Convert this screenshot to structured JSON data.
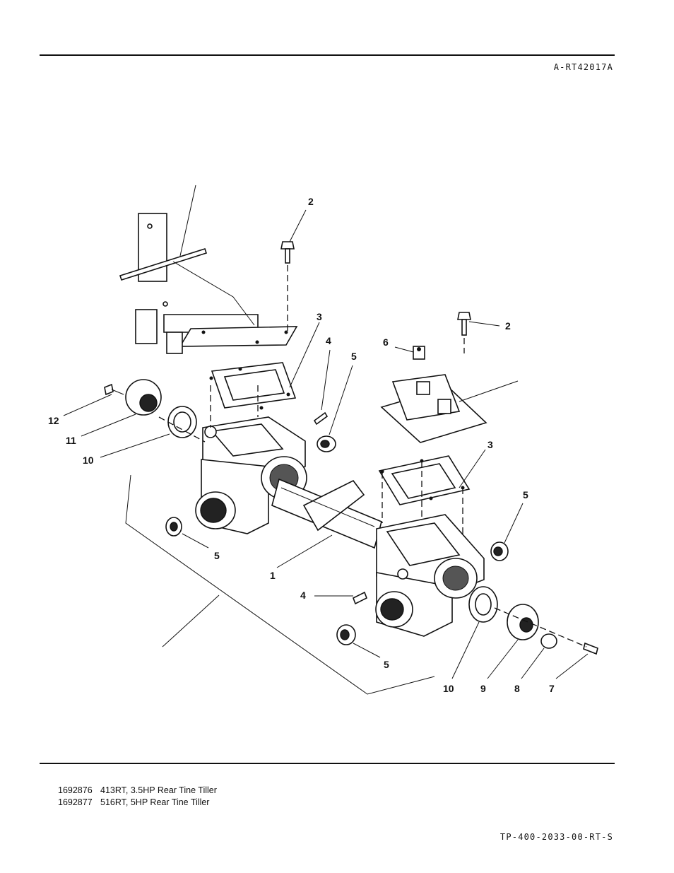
{
  "header": {
    "drawing_id": "A-RT42017A"
  },
  "diagram": {
    "callouts": [
      {
        "id": "c2a",
        "text": "2"
      },
      {
        "id": "c2b",
        "text": "2"
      },
      {
        "id": "c3a",
        "text": "3"
      },
      {
        "id": "c3b",
        "text": "3"
      },
      {
        "id": "c4a",
        "text": "4"
      },
      {
        "id": "c4b",
        "text": "4"
      },
      {
        "id": "c5a",
        "text": "5"
      },
      {
        "id": "c5b",
        "text": "5"
      },
      {
        "id": "c5c",
        "text": "5"
      },
      {
        "id": "c5d",
        "text": "5"
      },
      {
        "id": "c6",
        "text": "6"
      },
      {
        "id": "c1",
        "text": "1"
      },
      {
        "id": "c12",
        "text": "12"
      },
      {
        "id": "c11",
        "text": "11"
      },
      {
        "id": "c10a",
        "text": "10"
      },
      {
        "id": "c10b",
        "text": "10"
      },
      {
        "id": "c9",
        "text": "9"
      },
      {
        "id": "c8",
        "text": "8"
      },
      {
        "id": "c7",
        "text": "7"
      }
    ]
  },
  "models": [
    {
      "number": "1692876",
      "description": "413RT, 3.5HP Rear Tine Tiller"
    },
    {
      "number": "1692877",
      "description": "516RT, 5HP Rear Tine Tiller"
    }
  ],
  "footer": {
    "doc_number": "TP-400-2033-00-RT-S"
  }
}
